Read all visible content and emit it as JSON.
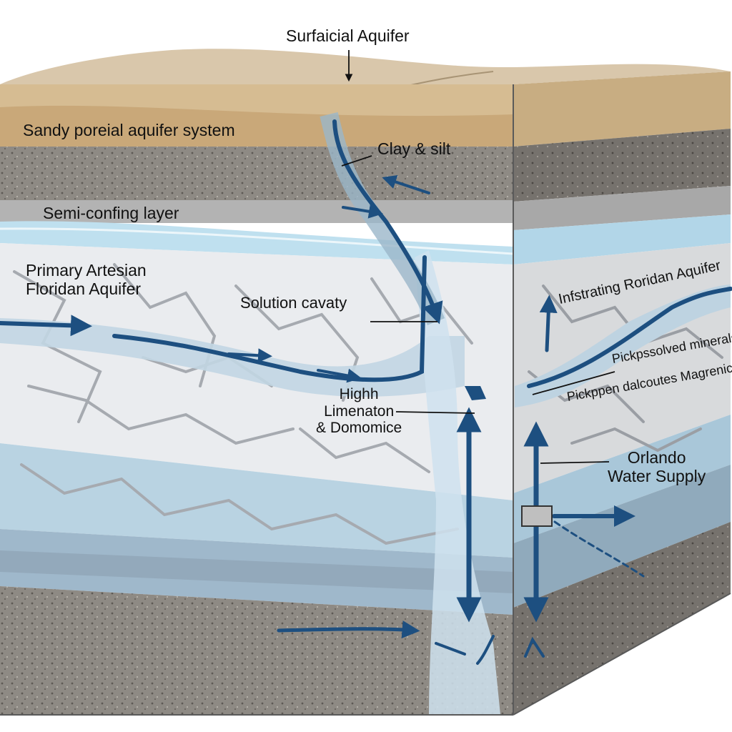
{
  "labels": {
    "surficial_aquifer": "Surfaicial Aquifer",
    "sandy_system": "Sandy poreial aquifer system",
    "clay_silt": "Clay & silt",
    "semi_confining": "Semi-confing layer",
    "primary_artesian_line1": "Primary Artesian",
    "primary_artesian_line2": "Floridan Aquifer",
    "solution_cavity": "Solution cavaty",
    "high_line1": "Highh",
    "high_line2": "Limenaton",
    "high_line3": "& Domomice",
    "intruding_aquifer": "Infstrating Roridan Aquifer",
    "dissolved_minerals": "Pickpssolved minerals",
    "dolomite_magnesium": "Pickppen dalcoutes Magrenics",
    "orlando_line1": "Orlando",
    "orlando_line2": "Water Supply"
  },
  "colors": {
    "water_blue": "#1d4f80",
    "sand": "#d6bc92",
    "limestone": "#eaecef",
    "lower_aquifer": "#b9d3e2",
    "gravel": "#8e8a84"
  }
}
